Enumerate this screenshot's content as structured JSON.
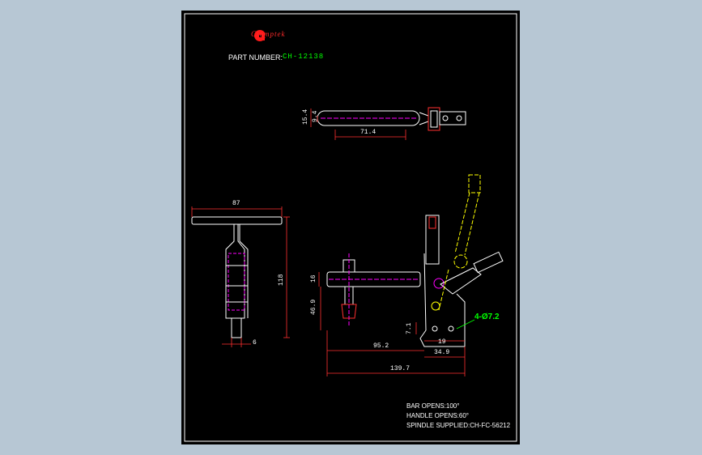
{
  "title_block": {
    "brand": "Clamptek",
    "part_label": "PART NUMBER:",
    "part_number": "CH-12138"
  },
  "dimensions": {
    "top_width": "15.4",
    "top_inner": "9.4",
    "top_length": "71.4",
    "side_width": "87",
    "side_height": "118",
    "side_base": "6",
    "front_bar_height": "16",
    "front_spindle_height": "46.9",
    "front_base_hole": "7.1",
    "front_reach": "95.2",
    "front_hole_spacing": "19",
    "front_base_length": "34.9",
    "front_total_length": "139.7"
  },
  "callout": "4-Ø7.2",
  "notes": [
    "BAR OPENS:100°",
    "HANDLE OPENS:60°",
    "SPINDLE SUPPLIED:CH-FC-56212"
  ],
  "colors": {
    "outline": "#ffffff",
    "dimension": "#ff3030",
    "dim_text": "#ffffff",
    "value": "#00ff00",
    "phantom": "#ffff00",
    "center": "#ff00ff"
  }
}
